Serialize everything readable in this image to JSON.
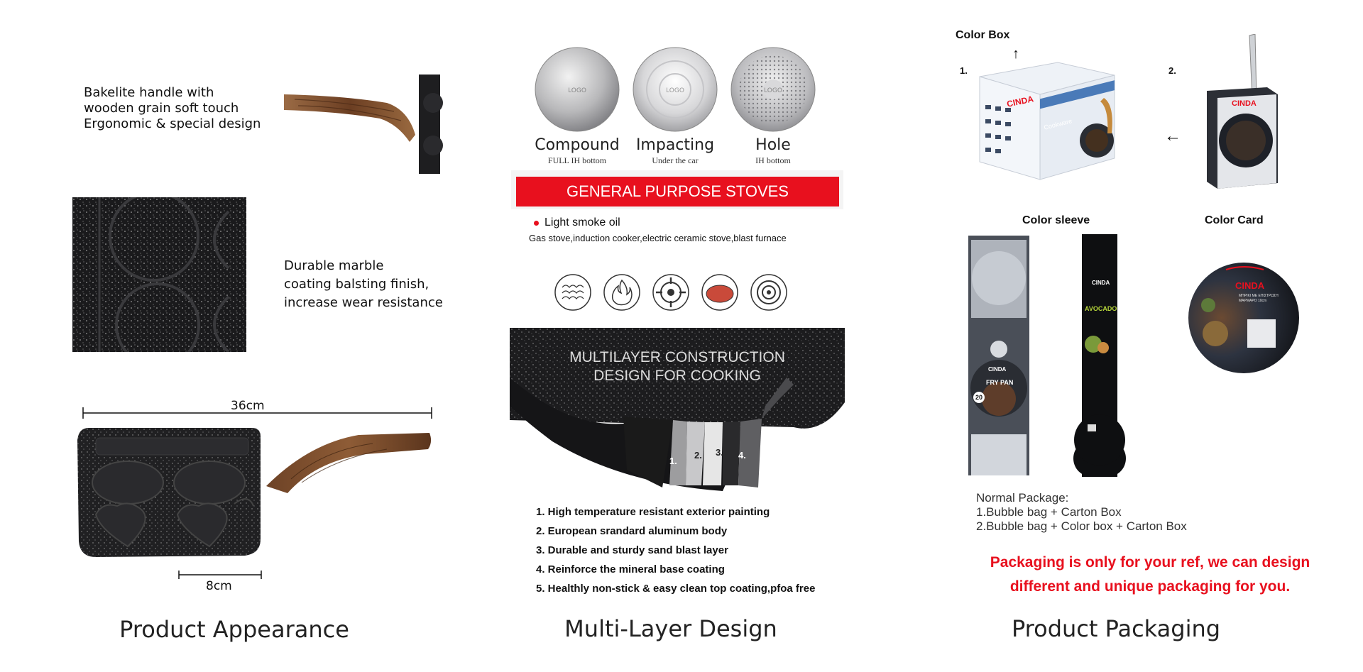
{
  "appearance": {
    "handle_text": "Bakelite handle with\nwooden grain soft touch\nErgonomic & special design",
    "marble_text": "Durable marble\ncoating balsting finish,\nincrease wear resistance",
    "dim_width": "36cm",
    "dim_small": "8cm",
    "title": "Product Appearance"
  },
  "multilayer": {
    "discs": [
      {
        "name": "Compound",
        "sub": "FULL IH bottom",
        "logo": "LOGO"
      },
      {
        "name": "Impacting",
        "sub": "Under the car",
        "logo": "LOGO"
      },
      {
        "name": "Hole",
        "sub": "IH bottom",
        "logo": "LOGO"
      }
    ],
    "banner": "GENERAL PURPOSE STOVES",
    "bullet": "Light smoke oil",
    "stoves": "Gas stove,induction cooker,electric ceramic stove,blast furnace",
    "stove_icons": [
      "induction-coil-icon",
      "flame-icon",
      "gas-burner-icon",
      "ceramic-plate-icon",
      "electric-hob-icon"
    ],
    "construction_title_1": "MULTILAYER CONSTRUCTION",
    "construction_title_2": "DESIGN FOR COOKING",
    "layer_numbers": [
      "1.",
      "2.",
      "3.",
      "4.",
      "5."
    ],
    "layers": [
      "1. High temperature resistant exterior painting",
      "2. European srandard aluminum body",
      "3. Durable and sturdy sand blast layer",
      "4. Reinforce the mineral base coating",
      "5. Healthly non-stick & easy clean top coating,pfoa free"
    ],
    "title": "Multi-Layer Design"
  },
  "packaging": {
    "color_box": "Color Box",
    "num1": "1.",
    "num2": "2.",
    "brand": "CINDA",
    "box_caption": "Cookware",
    "color_sleeve": "Color sleeve",
    "color_card": "Color Card",
    "sleeve_left_label": "FRY PAN",
    "sleeve_left_size": "20",
    "sleeve_right_label": "AVOCADO",
    "card_text": "ΜΠΡΙΚΙ ΜΕ ΕΠΙΣΤΡΩΣΗ ΜΑΡΜΑΡΟ 10cm",
    "normal_title": "Normal Package:",
    "normal_1": "1.Bubble bag + Carton Box",
    "normal_2": "2.Bubble bag + Color box + Carton Box",
    "red_1": "Packaging is only for your ref, we can design",
    "red_2": "different and unique packaging for you.",
    "title": "Product Packaging"
  },
  "colors": {
    "red": "#e8101e",
    "wood": "#7a4a2a",
    "marble": "#1c1c1e"
  }
}
